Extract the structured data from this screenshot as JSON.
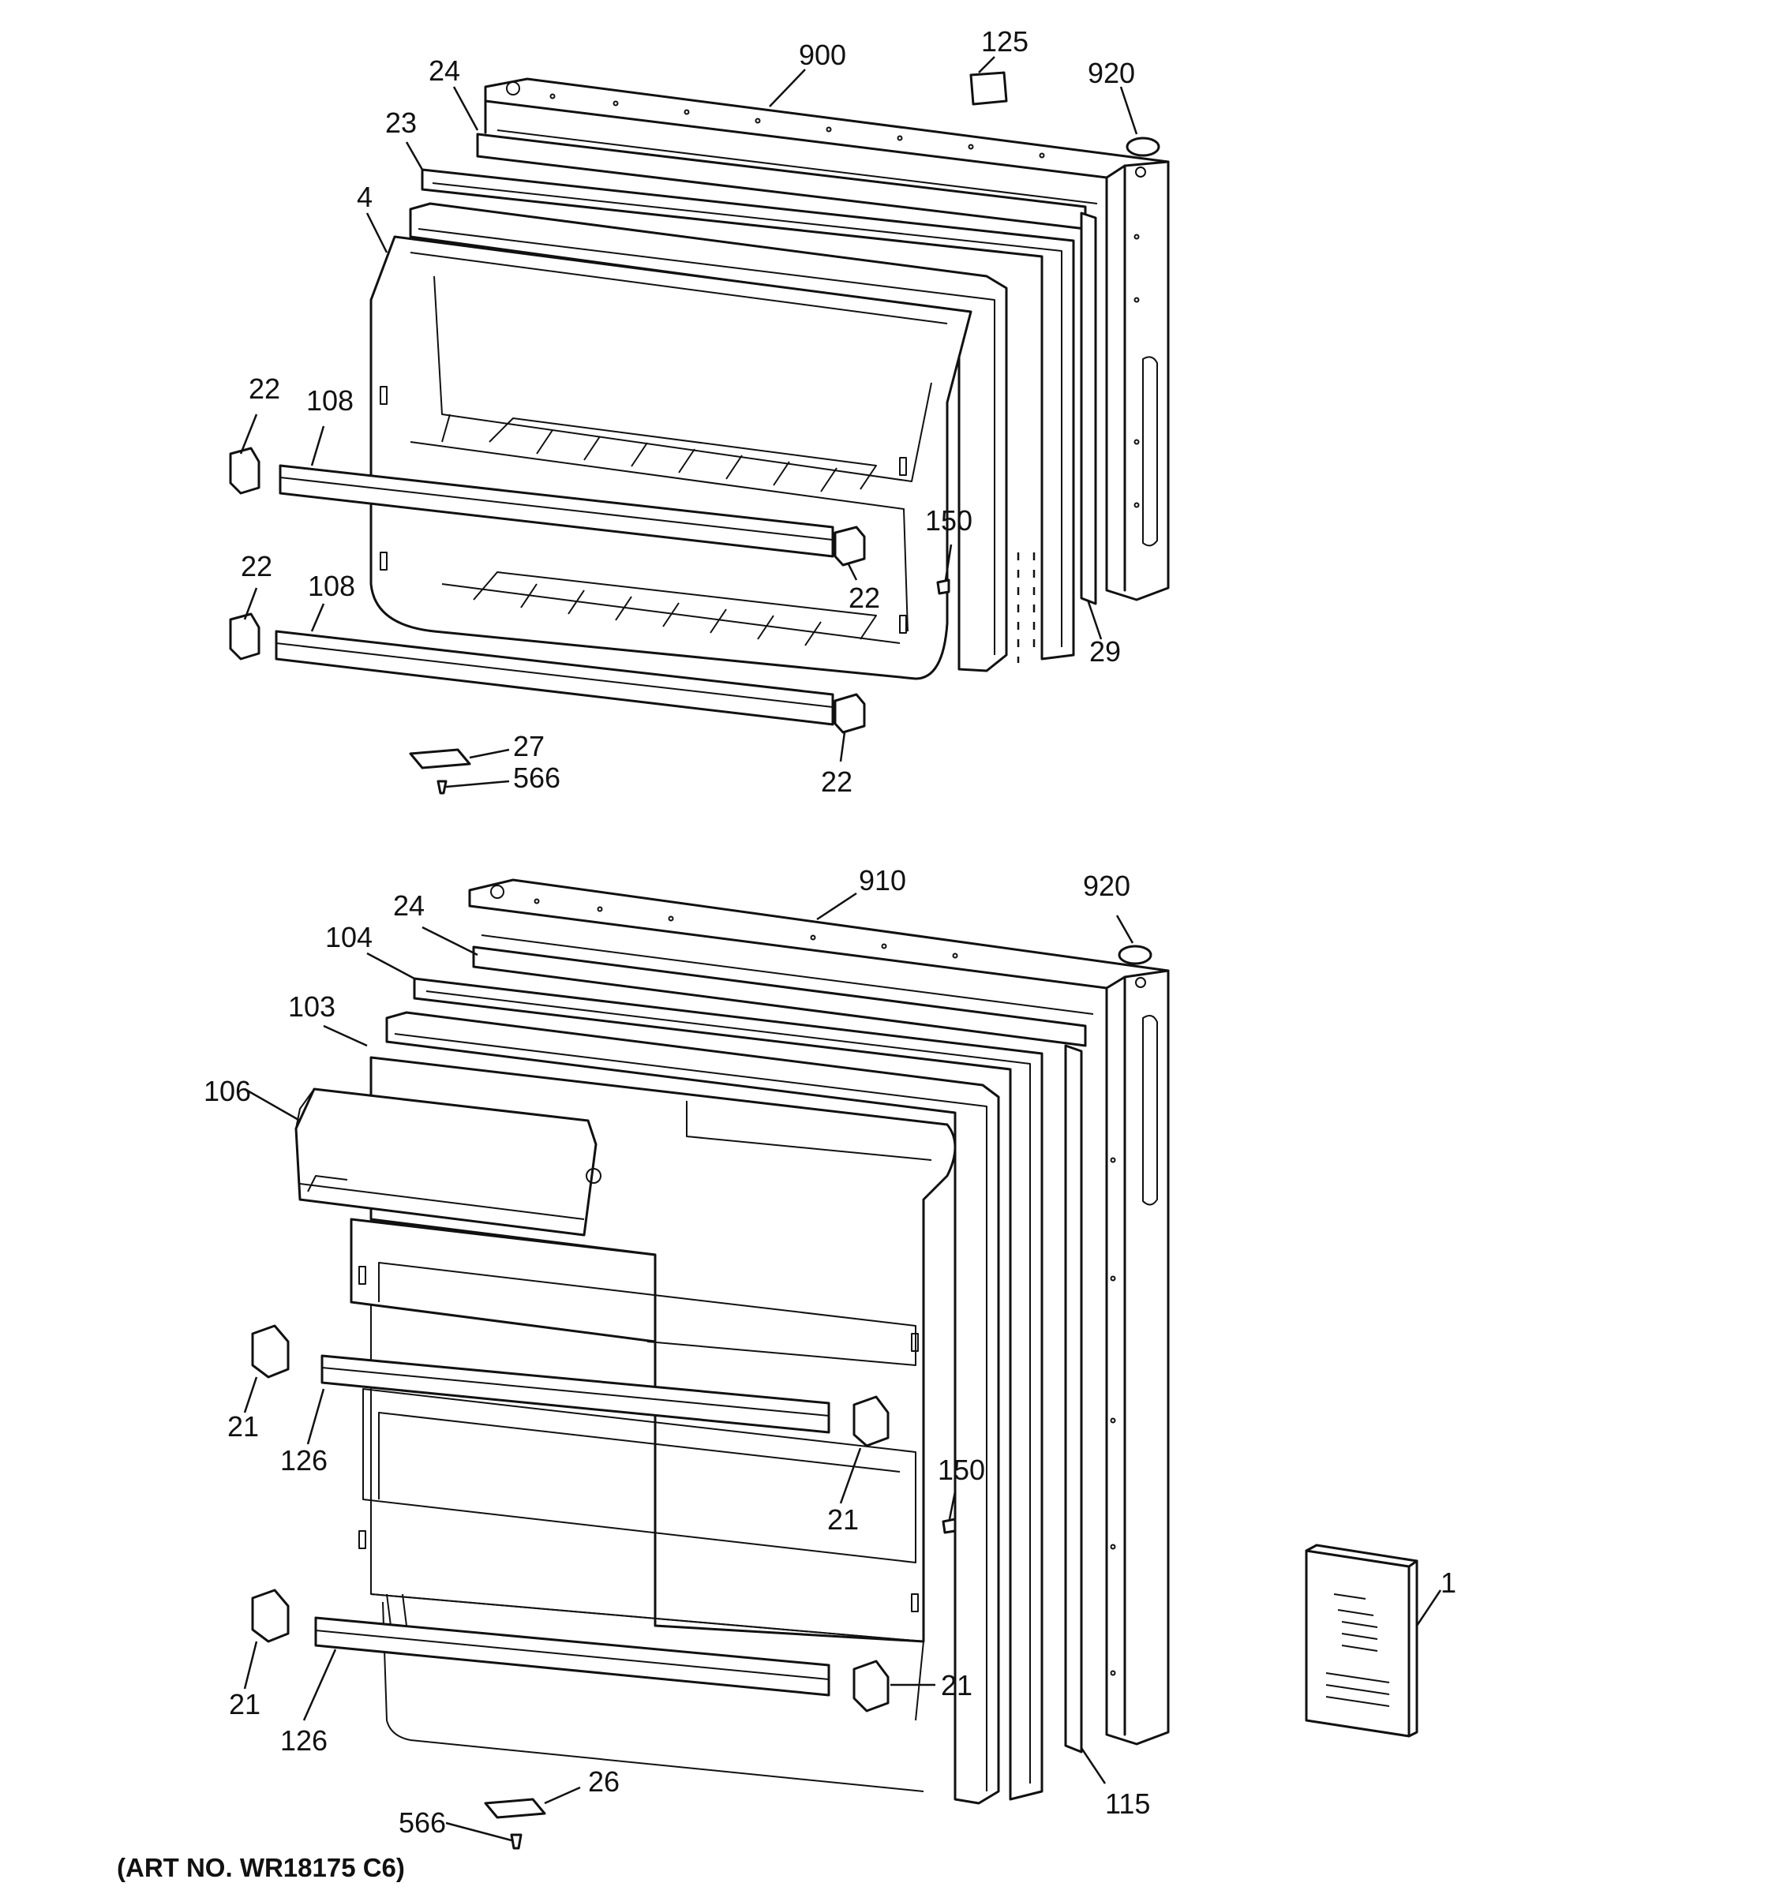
{
  "diagram": {
    "callouts_top": [
      {
        "id": "900",
        "text": "900"
      },
      {
        "id": "125",
        "text": "125"
      },
      {
        "id": "920",
        "text": "920"
      },
      {
        "id": "24",
        "text": "24"
      },
      {
        "id": "23",
        "text": "23"
      },
      {
        "id": "4",
        "text": "4"
      },
      {
        "id": "22a",
        "text": "22"
      },
      {
        "id": "108a",
        "text": "108"
      },
      {
        "id": "150",
        "text": "150"
      },
      {
        "id": "22b",
        "text": "22"
      },
      {
        "id": "22c",
        "text": "22"
      },
      {
        "id": "108b",
        "text": "108"
      },
      {
        "id": "29",
        "text": "29"
      },
      {
        "id": "27",
        "text": "27"
      },
      {
        "id": "566",
        "text": "566"
      },
      {
        "id": "22d",
        "text": "22"
      }
    ],
    "callouts_bottom": [
      {
        "id": "910",
        "text": "910"
      },
      {
        "id": "920",
        "text": "920"
      },
      {
        "id": "24",
        "text": "24"
      },
      {
        "id": "104",
        "text": "104"
      },
      {
        "id": "103",
        "text": "103"
      },
      {
        "id": "106",
        "text": "106"
      },
      {
        "id": "21a",
        "text": "21"
      },
      {
        "id": "126a",
        "text": "126"
      },
      {
        "id": "150",
        "text": "150"
      },
      {
        "id": "21b",
        "text": "21"
      },
      {
        "id": "1",
        "text": "1"
      },
      {
        "id": "21c",
        "text": "21"
      },
      {
        "id": "126b",
        "text": "126"
      },
      {
        "id": "21d",
        "text": "21"
      },
      {
        "id": "115",
        "text": "115"
      },
      {
        "id": "26",
        "text": "26"
      },
      {
        "id": "566",
        "text": "566"
      }
    ],
    "art_number": "(ART NO. WR18175 C6)"
  }
}
